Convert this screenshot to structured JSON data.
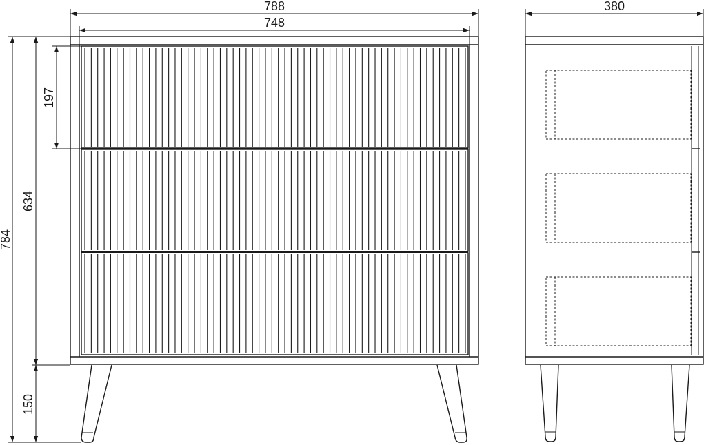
{
  "dimensions": {
    "overall_width": "788",
    "inner_width": "748",
    "depth": "380",
    "total_height": "784",
    "body_height": "634",
    "drawer_height": "197",
    "leg_height": "150"
  },
  "front_view": {
    "drawer_count": 3,
    "flutes_per_drawer": 60
  },
  "side_view": {
    "hidden_drawer_count": 3
  }
}
